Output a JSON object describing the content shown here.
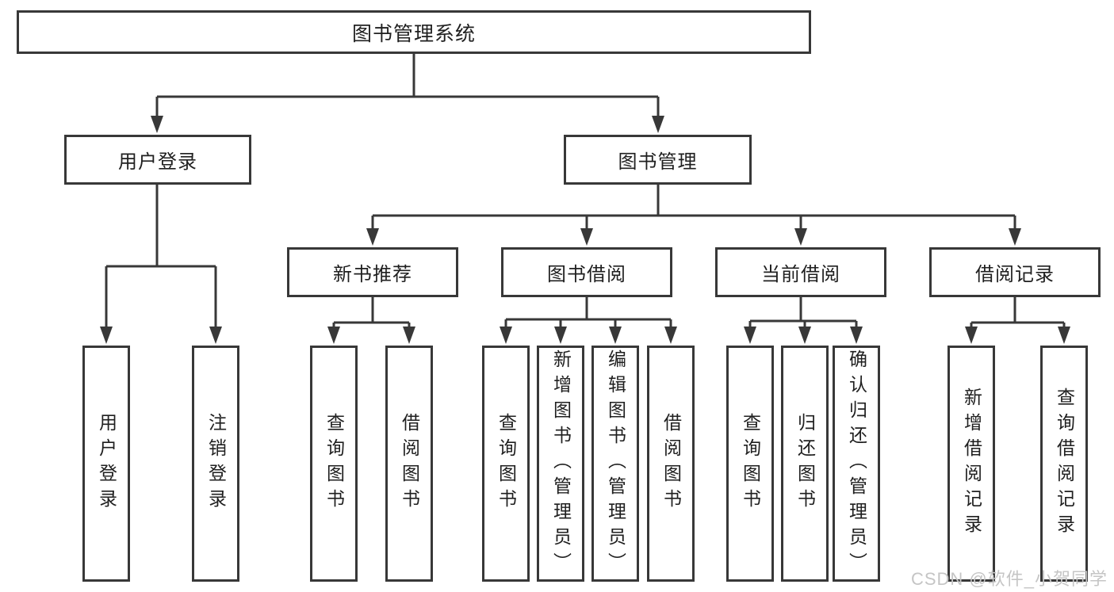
{
  "colors": {
    "line": "#383838",
    "text": "#1f1f1f",
    "watermark": "#c5c5c5",
    "background": "#ffffff"
  },
  "watermark": {
    "text": "CSDN @软件_小贺同学"
  },
  "tree": {
    "root": {
      "label": "图书管理系统"
    },
    "branches": [
      {
        "label": "用户登录",
        "children": [
          {
            "label": "用户登录"
          },
          {
            "label": "注销登录"
          }
        ]
      },
      {
        "label": "图书管理",
        "children": [
          {
            "label": "新书推荐",
            "children": [
              {
                "label": "查询图书"
              },
              {
                "label": "借阅图书"
              }
            ]
          },
          {
            "label": "图书借阅",
            "children": [
              {
                "label": "查询图书"
              },
              {
                "label": "新增图书（管理员）"
              },
              {
                "label": "编辑图书（管理员）"
              },
              {
                "label": "借阅图书"
              }
            ]
          },
          {
            "label": "当前借阅",
            "children": [
              {
                "label": "查询图书"
              },
              {
                "label": "归还图书"
              },
              {
                "label": "确认归还（管理员）"
              }
            ]
          },
          {
            "label": "借阅记录",
            "children": [
              {
                "label": "新增借阅记录"
              },
              {
                "label": "查询借阅记录"
              }
            ]
          }
        ]
      }
    ]
  }
}
